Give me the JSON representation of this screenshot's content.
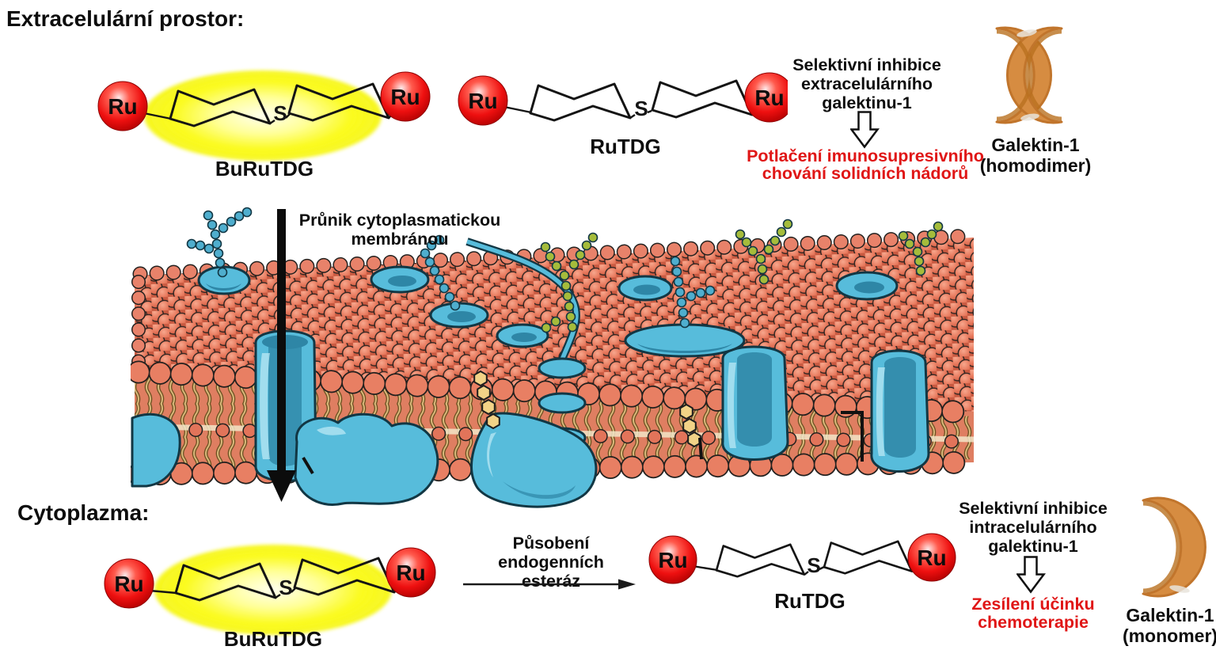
{
  "title_extracellular": "Extracelulární prostor:",
  "title_cytoplasm": "Cytoplazma:",
  "molecule_labels": {
    "ru": "Ru",
    "s": "S",
    "burutdg": "BuRuTDG",
    "rutdg": "RuTDG"
  },
  "membrane_crossing": {
    "line1": "Průnik cytoplasmatickou",
    "line2": "membránou"
  },
  "esterase": {
    "line1": "Působení endogenních",
    "line2": "esteráz"
  },
  "extracellular_inhibition": {
    "line1": "Selektivní inhibice",
    "line2": "extracelulárního",
    "line3": "galektinu-1",
    "outcome1": "Potlačení imunosupresivního",
    "outcome2": "chování solidních nádorů"
  },
  "intracellular_inhibition": {
    "line1": "Selektivní inhibice",
    "line2": "intracelulárního",
    "line3": "galektinu-1",
    "outcome1": "Zesílení účinku",
    "outcome2": "chemoterapie"
  },
  "galectin_homodimer": {
    "name": "Galektin-1",
    "form": "(homodimer)"
  },
  "galectin_monomer": {
    "name": "Galektin-1",
    "form": "(monomer)"
  },
  "colors": {
    "outcome_text": "#e01616",
    "ru_sphere": "#e80000",
    "glow_yellow": "#fbfb1e",
    "galectin_orange": "#d68c41",
    "lipid_head": "#e87f63",
    "lipid_tail": "#c9a86b",
    "protein_blue": "#57bcdb",
    "glycan_green": "#a5bc3b",
    "glycan_blue": "#4faece",
    "sterol_yellow": "#f2d387"
  }
}
